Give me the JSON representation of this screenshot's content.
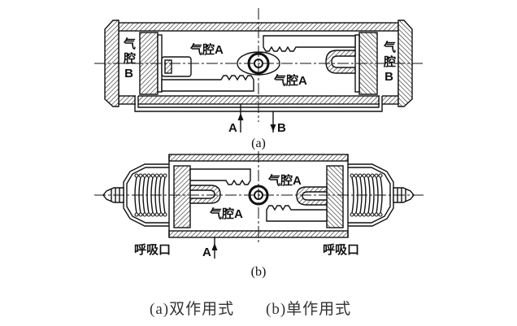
{
  "diagram_a": {
    "chamber_a_upper": "气腔A",
    "chamber_a_lower": "气腔A",
    "chamber_b_left": "气腔B",
    "chamber_b_right": "气腔B",
    "port_a": "A",
    "port_b": "B",
    "label": "(a)"
  },
  "diagram_b": {
    "chamber_a_upper": "气腔A",
    "chamber_a_lower": "气腔A",
    "breather_left": "呼吸口",
    "breather_right": "呼吸口",
    "port_a": "A",
    "label": "(b)"
  },
  "caption": {
    "part_a": "(a)双作用式",
    "part_b": "(b)单作用式"
  },
  "colors": {
    "line": "#111111",
    "background": "#ffffff",
    "caption_text": "#333333"
  }
}
